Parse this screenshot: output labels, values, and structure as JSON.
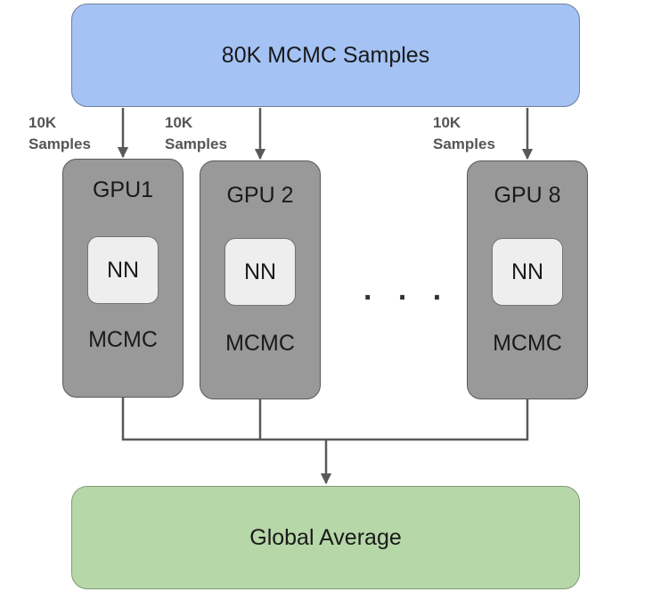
{
  "source": {
    "label": "80K MCMC Samples"
  },
  "split_labels": [
    {
      "line1": "10K",
      "line2": "Samples"
    },
    {
      "line1": "10K",
      "line2": "Samples"
    },
    {
      "line1": "10K",
      "line2": "Samples"
    }
  ],
  "gpus": [
    {
      "title": "GPU1",
      "inner": "NN",
      "sub": "MCMC"
    },
    {
      "title": "GPU 2",
      "inner": "NN",
      "sub": "MCMC"
    },
    {
      "title": "GPU 8",
      "inner": "NN",
      "sub": "MCMC"
    }
  ],
  "ellipsis": ". . .",
  "sink": {
    "label": "Global Average"
  },
  "colors": {
    "source_fill": "#a4c2f4",
    "sink_fill": "#b6d7a8",
    "gpu_fill": "#999999",
    "nn_fill": "#eeeeee",
    "connector": "#595959"
  }
}
